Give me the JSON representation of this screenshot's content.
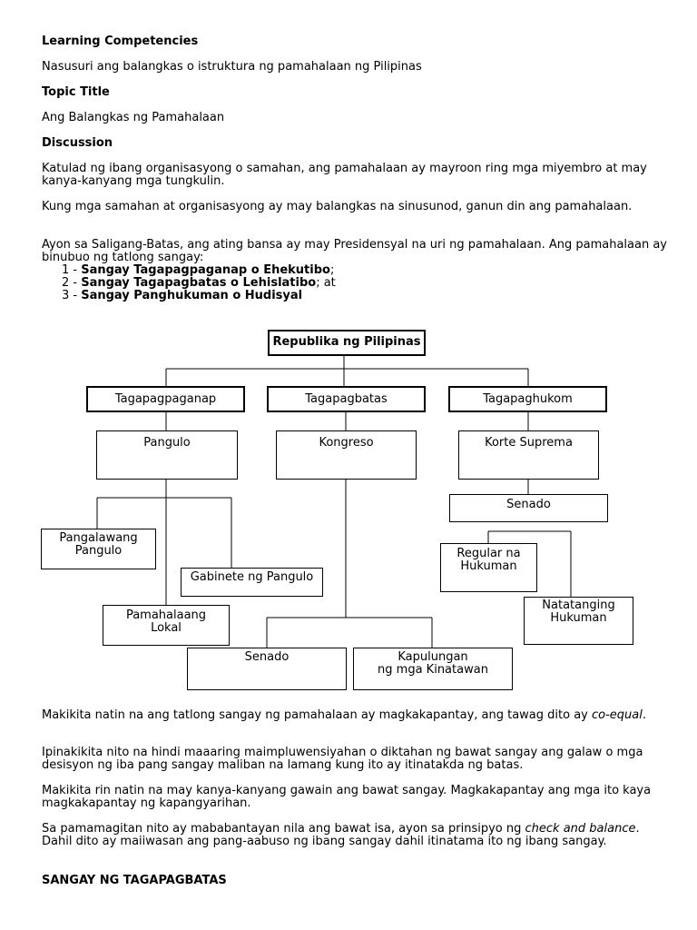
{
  "heading_competencies": "Learning Competencies",
  "competency_text": "Nasusuri ang balangkas o istruktura ng pamahalaan ng Pilipinas",
  "heading_topic": "Topic Title",
  "topic_text": "Ang Balangkas ng Pamahalaan",
  "heading_discussion": "Discussion",
  "para1": "Katulad ng ibang organisasyong o samahan, ang pamahalaan ay mayroon ring mga miyembro at may kanya-kanyang mga tungkulin.",
  "para2": "Kung mga samahan at organisasyong ay may balangkas na sinusunod, ganun din ang pamahalaan.",
  "para3": "Ayon sa Saligang-Batas, ang ating bansa ay may Presidensyal na uri ng pamahalaan. Ang pamahalaan ay binubuo ng tatlong sangay:",
  "branches": [
    {
      "num": "1 - ",
      "name": "Sangay Tagapagpaganap o Ehekutibo",
      "suffix": ";"
    },
    {
      "num": "2 - ",
      "name": "Sangay Tagapagbatas o Lehislatibo",
      "suffix": "; at"
    },
    {
      "num": "3 - ",
      "name": "Sangay Panghukuman o Hudisyal",
      "suffix": ""
    }
  ],
  "diagram": {
    "root": "Republika ng Pilipinas",
    "executive": "Tagapagpaganap",
    "legislative": "Tagapagbatas",
    "judicial": "Tagapaghukom",
    "pangulo": "Pangulo",
    "kongreso": "Kongreso",
    "korte": "Korte Suprema",
    "pangalawang_1": "Pangalawang",
    "pangalawang_2": "Pangulo",
    "gabinete": "Gabinete ng Pangulo",
    "pamahalaang_1": "Pamahalaang",
    "pamahalaang_2": "Lokal",
    "senado_leg": "Senado",
    "kapulungan_1": "Kapulungan",
    "kapulungan_2": "ng mga Kinatawan",
    "senado_jud": "Senado",
    "regular_1": "Regular na",
    "regular_2": "Hukuman",
    "natatangi_1": "Natatanging",
    "natatangi_2": "Hukuman"
  },
  "para4_pre": "Makikita natin na ang tatlong sangay ng pamahalaan ay magkakapantay, ang tawag dito ay ",
  "para4_em": "co-equal",
  "para4_post": ".",
  "para5": "Ipinakikita nito na hindi maaaring maimpluwensiyahan o diktahan ng bawat sangay ang galaw o mga desisyon ng iba pang sangay maliban na lamang kung ito ay itinatakda ng batas.",
  "para6": "Makikita rin natin na may kanya-kanyang gawain ang bawat sangay. Magkakapantay ang mga ito kaya magkakapantay ng kapangyarihan.",
  "para7_pre": "Sa pamamagitan nito ay mababantayan nila ang bawat isa, ayon sa prinsipyo ng ",
  "para7_em": "check and balance",
  "para7_post": ". Dahil dito ay maiiwasan ang pang-aabuso ng ibang sangay dahil itinatama ito ng ibang sangay.",
  "heading_sangay": "SANGAY NG TAGAPAGBATAS"
}
